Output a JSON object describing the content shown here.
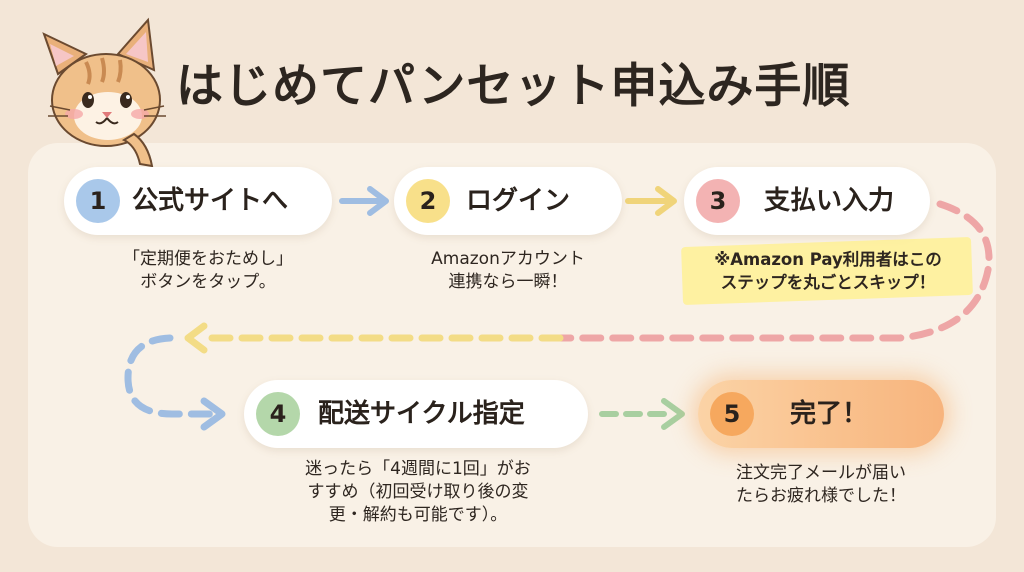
{
  "title": "はじめてパンセット申込み手順",
  "colors": {
    "step1": "#a9c8ea",
    "step2": "#f8e08a",
    "step3": "#f3b3b3",
    "step4": "#b4d7aa",
    "step5": "#f6a85e"
  },
  "steps": [
    {
      "number": "1",
      "label": "公式サイトへ",
      "description": [
        "「定期便をおためし」",
        "ボタンをタップ。"
      ]
    },
    {
      "number": "2",
      "label": "ログイン",
      "description": [
        "Amazonアカウント",
        "連携なら一瞬！"
      ]
    },
    {
      "number": "3",
      "label": "支払い入力",
      "description": [
        "※Amazon Pay利用者はこの",
        "ステップを丸ごとスキップ！"
      ]
    },
    {
      "number": "4",
      "label": "配送サイクル指定",
      "description": [
        "迷ったら「4週間に1回」がお",
        "すすめ（初回受け取り後の変",
        "更・解約も可能です）。"
      ]
    },
    {
      "number": "5",
      "label": "完了！",
      "description": [
        "注文完了メールが届い",
        "たらお疲れ様でした！"
      ]
    }
  ]
}
